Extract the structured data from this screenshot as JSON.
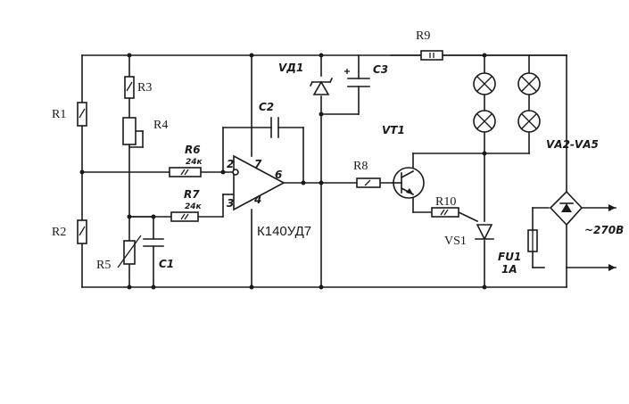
{
  "labels": {
    "r1": "R1",
    "r2": "R2",
    "r3": "R3",
    "r4": "R4",
    "r5": "R5",
    "r6": "R6",
    "r6_val": "24к",
    "r7": "R7",
    "r7_val": "24к",
    "r8": "R8",
    "r9": "R9",
    "r10": "R10",
    "c1": "C1",
    "c2": "C2",
    "c3": "C3",
    "vd1": "VД1",
    "vt1": "VT1",
    "vs1": "VS1",
    "fu1": "FU1",
    "fu1_val": "1А",
    "va": "VА2-VА5",
    "opamp": "К140УД7",
    "pin2": "2",
    "pin3": "3",
    "pin7": "7",
    "pin4": "4",
    "pin6": "6",
    "supply": "~270В"
  }
}
